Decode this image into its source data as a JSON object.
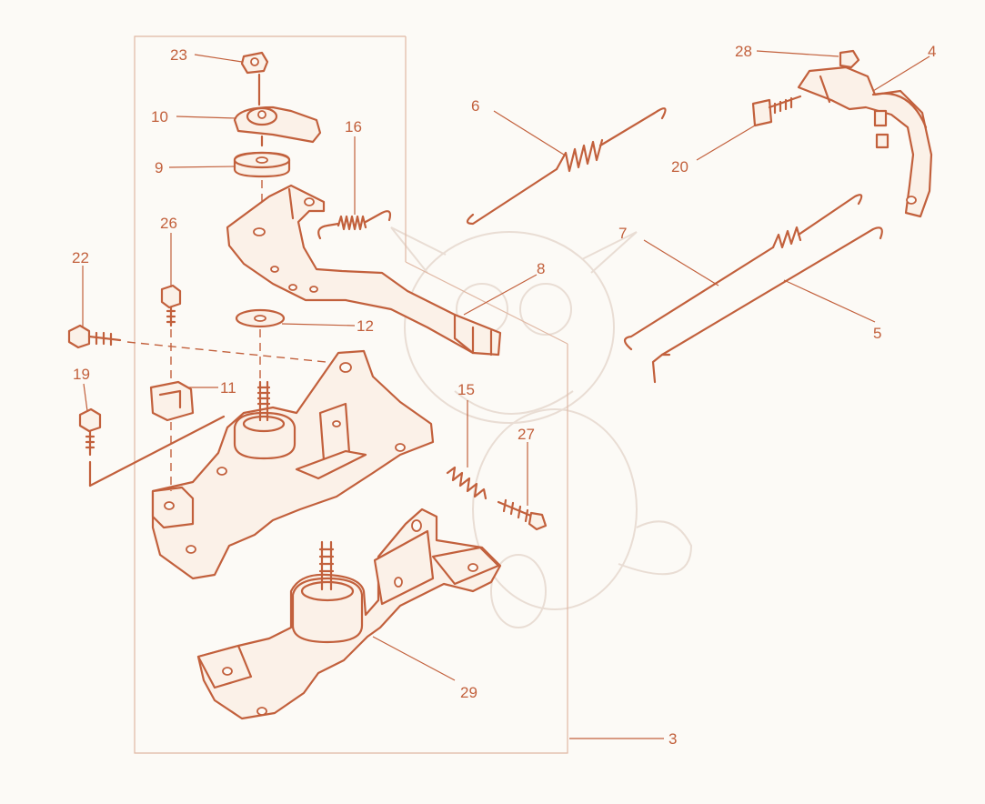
{
  "callouts": {
    "c3": "3",
    "c4": "4",
    "c5": "5",
    "c6": "6",
    "c7": "7",
    "c8": "8",
    "c9": "9",
    "c10": "10",
    "c11": "11",
    "c12": "12",
    "c15": "15",
    "c16": "16",
    "c19": "19",
    "c20": "20",
    "c22": "22",
    "c23": "23",
    "c26": "26",
    "c27": "27",
    "c28": "28",
    "c29": "29"
  },
  "colors": {
    "ink": "#c2603c",
    "part_fill": "#fbf1e8",
    "frame": "#e0b8a4",
    "background": "#fcfaf6"
  }
}
